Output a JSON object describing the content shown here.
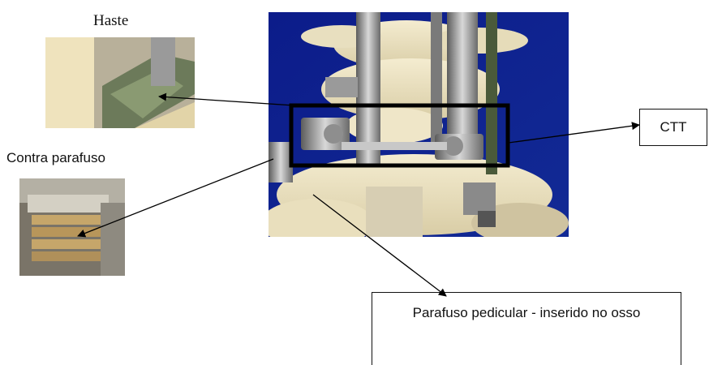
{
  "labels": {
    "haste": "Haste",
    "contra_parafuso": "Contra parafuso",
    "ctt": "CTT",
    "parafuso_pedicular": "Parafuso pedicular - inserido no osso"
  },
  "colors": {
    "photo_background": "#10207a",
    "bone": "#efe6c8",
    "metal": "#a8a8a8",
    "arrow": "#000000"
  }
}
